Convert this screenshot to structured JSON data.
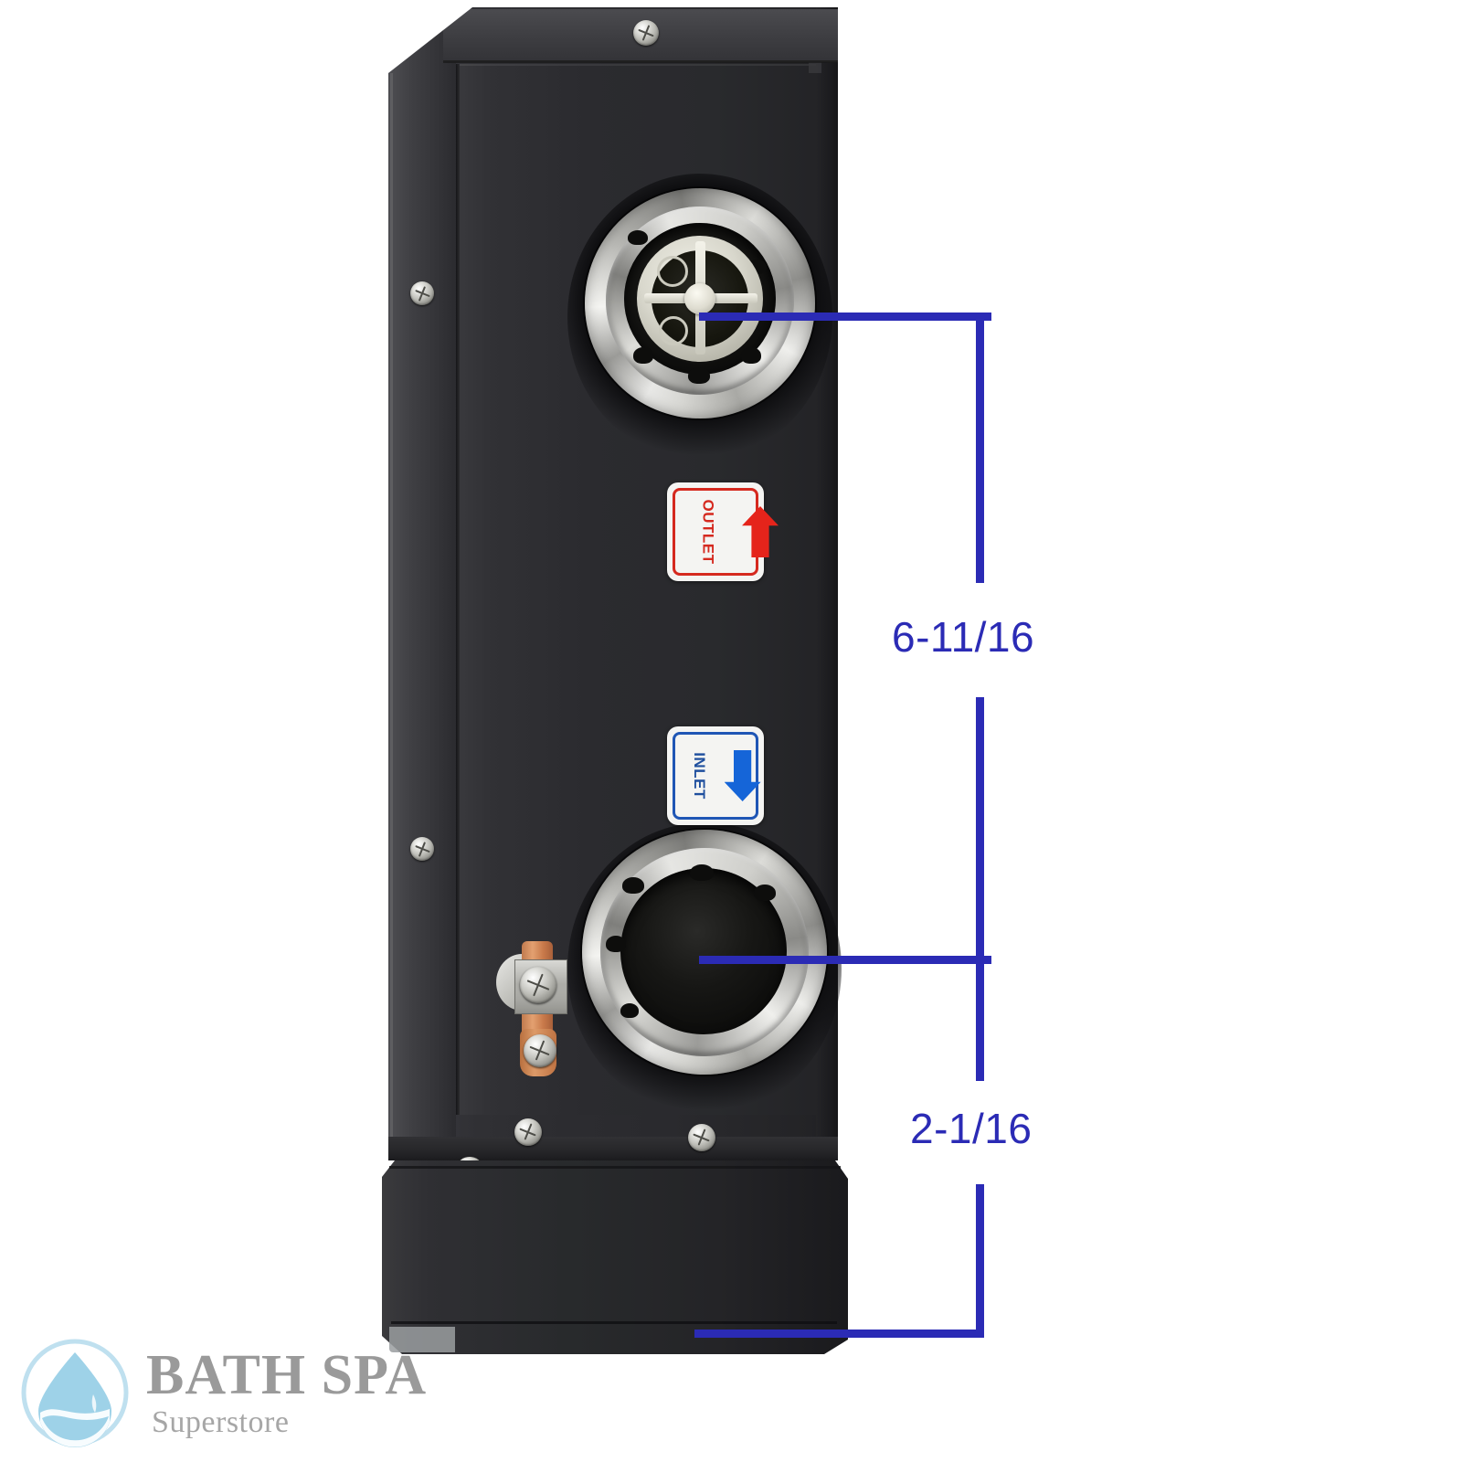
{
  "product": {
    "type": "tankless-water-heater-side-panel",
    "body_color": "#2b2b2f",
    "base_color": "#26262a"
  },
  "labels": {
    "outlet": {
      "text": "OUTLET",
      "color": "#d5291f",
      "arrow": "arrow-up-icon",
      "background": "#f4f4f2"
    },
    "inlet": {
      "text": "INLET",
      "color": "#1f56b5",
      "arrow": "arrow-down-icon",
      "background": "#f4f4f2"
    }
  },
  "dimensions": {
    "accent_color": "#2b2bb5",
    "items": [
      {
        "value": "6-11/16",
        "from": "outlet-port-center",
        "to": "inlet-port-center"
      },
      {
        "value": "2-1/16",
        "from": "inlet-port-center",
        "to": "unit-base-bottom"
      }
    ]
  },
  "ports": {
    "upper": {
      "name": "outlet-port",
      "finish": "chrome",
      "insert": "white-plastic-cross"
    },
    "lower": {
      "name": "inlet-port",
      "finish": "chrome",
      "insert": "open-bore"
    }
  },
  "hardware": {
    "ground_lug": "copper-bonding-strap",
    "screws": 6
  },
  "watermark": {
    "brand": "BATH SPA",
    "tagline": "Superstore",
    "logo": "water-droplet-icon",
    "droplet_color": "#9ed2e8",
    "text_color": "#9a9a9a"
  }
}
